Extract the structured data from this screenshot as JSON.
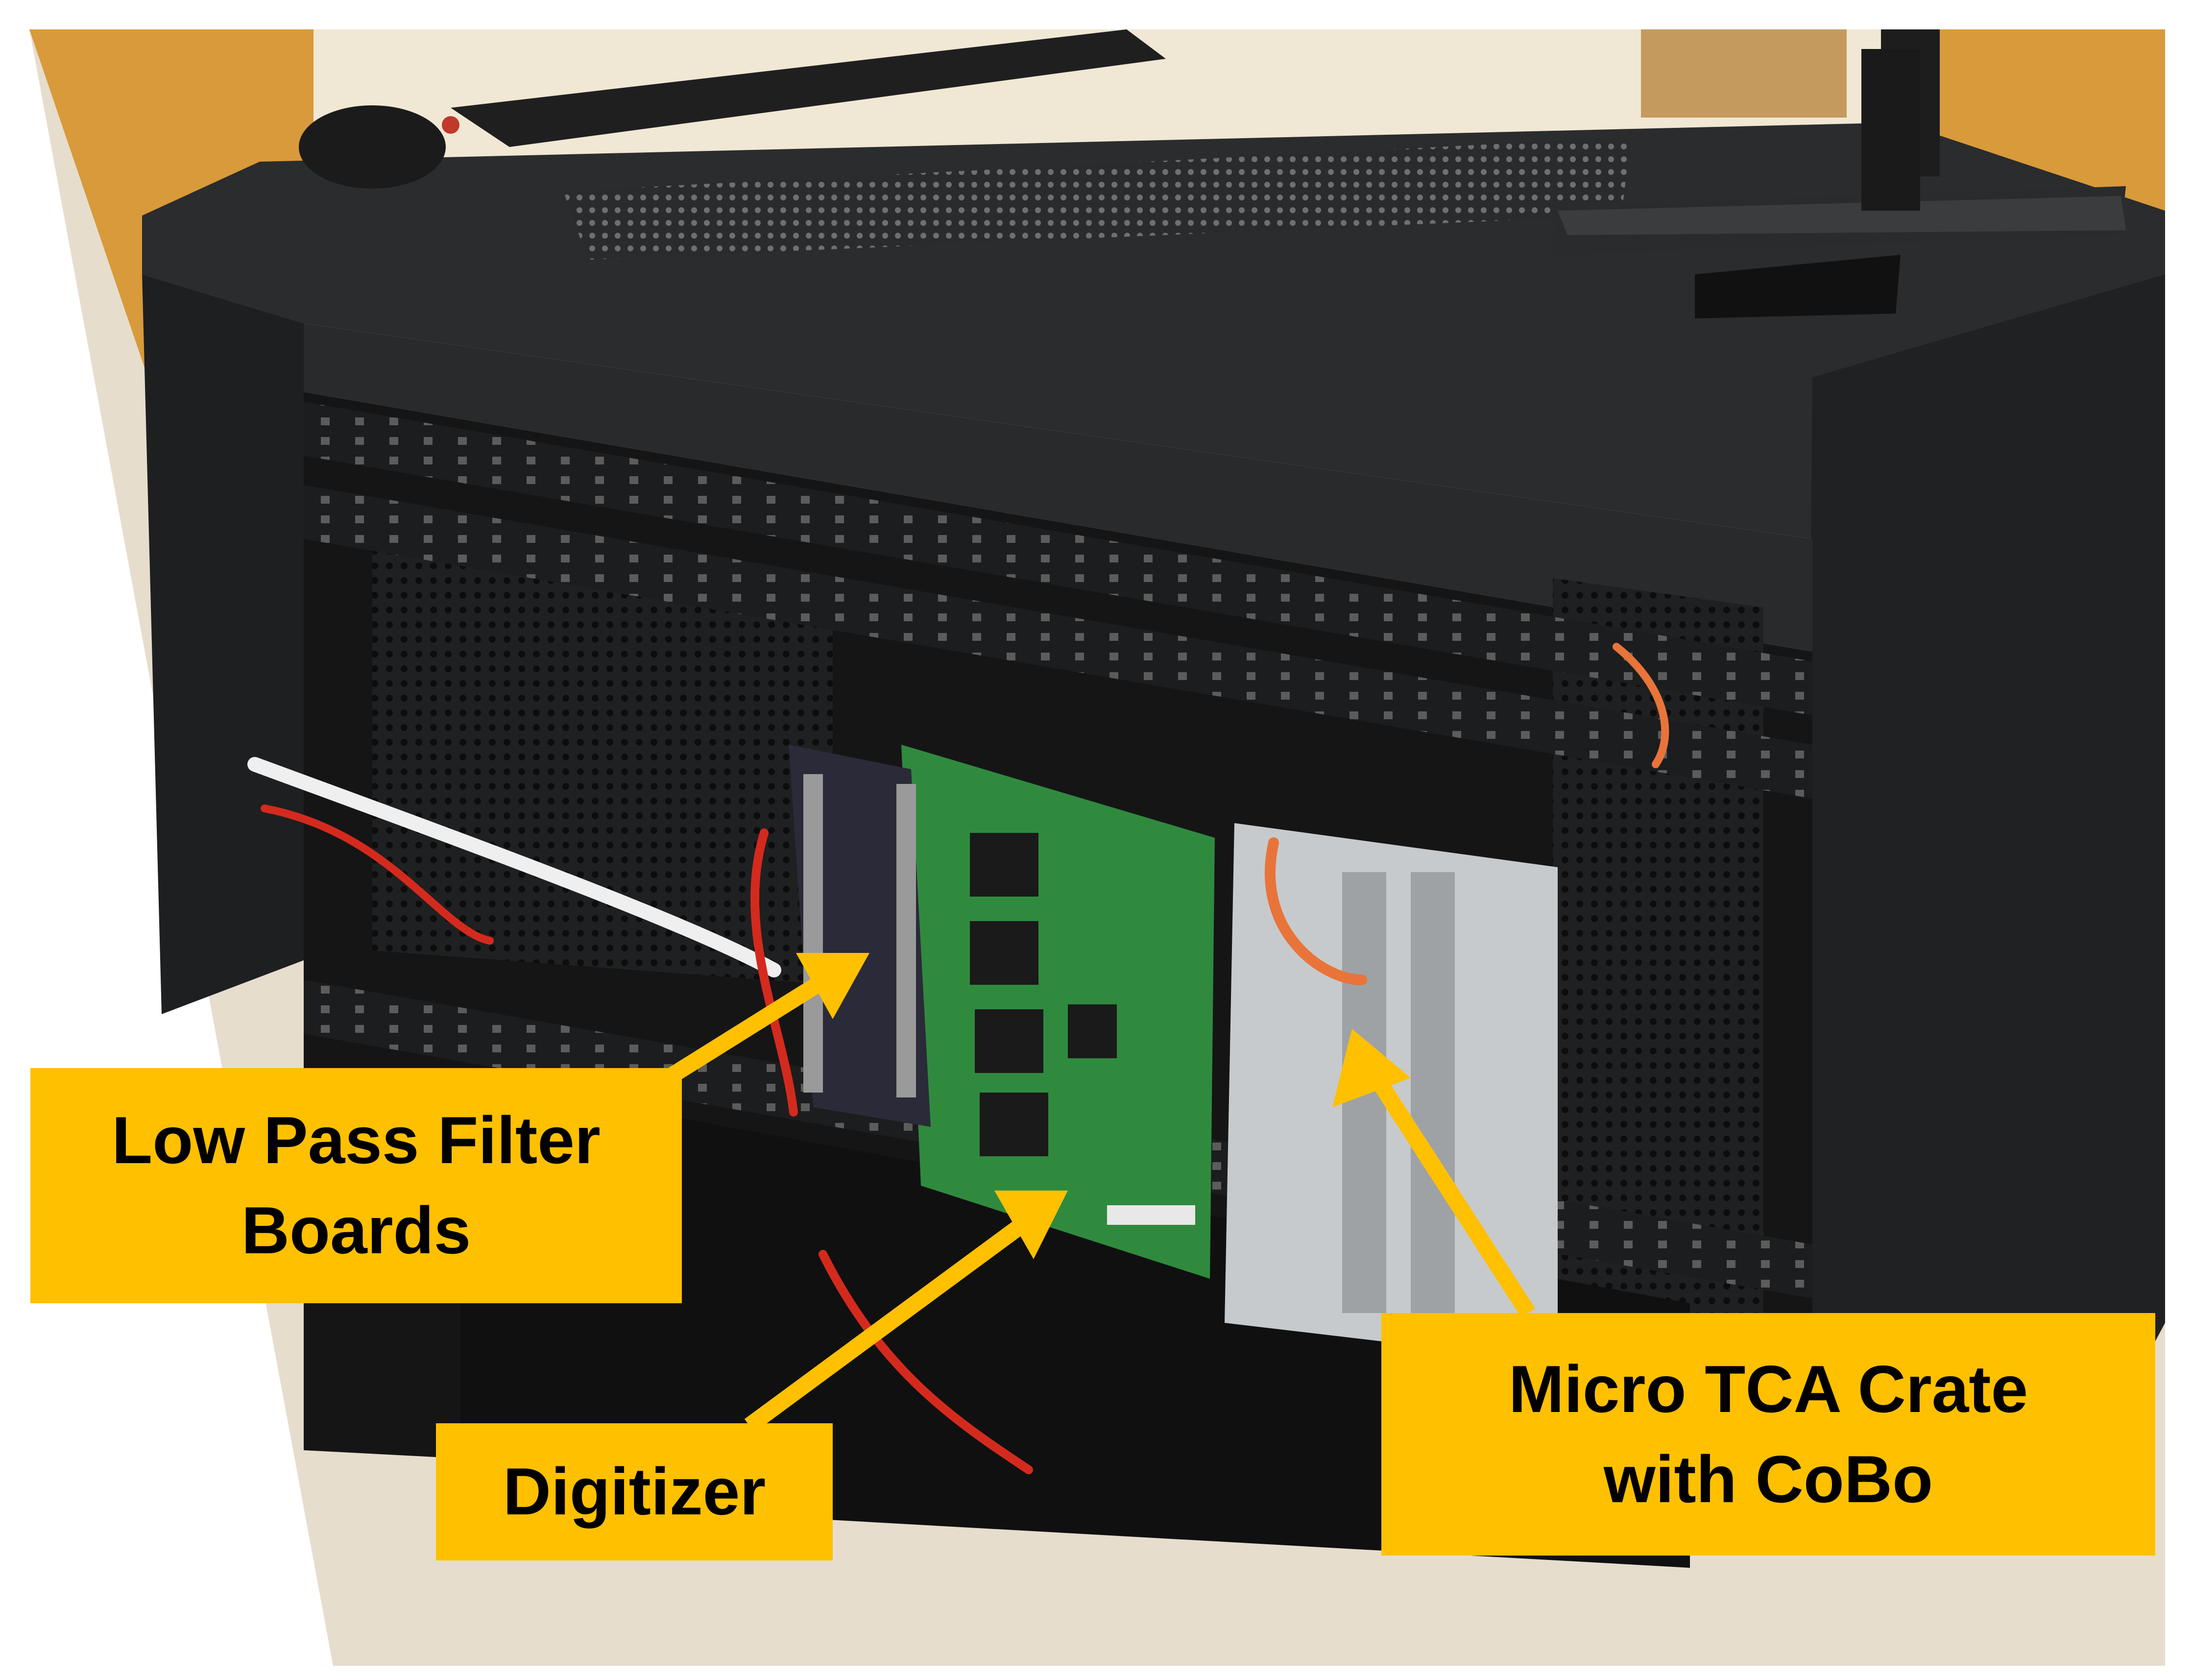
{
  "photo": {
    "subject": "equipment-rack-photo",
    "colors": {
      "background": "#ffffff",
      "floor": "#e6ddcd",
      "wall": "#f0e8d4",
      "wood": "#d89a3a",
      "rack": "#232425",
      "rack_edge": "#3a3c3e",
      "pcb": "#2f8a3e",
      "chassis": "#c7cacc",
      "cable_red": "#d42a1e",
      "cable_white": "#efefef",
      "cable_orange": "#e8743a",
      "accent": "#ffc000"
    }
  },
  "callouts": [
    {
      "id": "low-pass-filter",
      "lines": [
        "Low Pass Filter",
        "Boards"
      ]
    },
    {
      "id": "digitizer",
      "lines": [
        "Digitizer"
      ]
    },
    {
      "id": "micro-tca",
      "lines": [
        "Micro TCA Crate",
        "with CoBo"
      ]
    }
  ]
}
